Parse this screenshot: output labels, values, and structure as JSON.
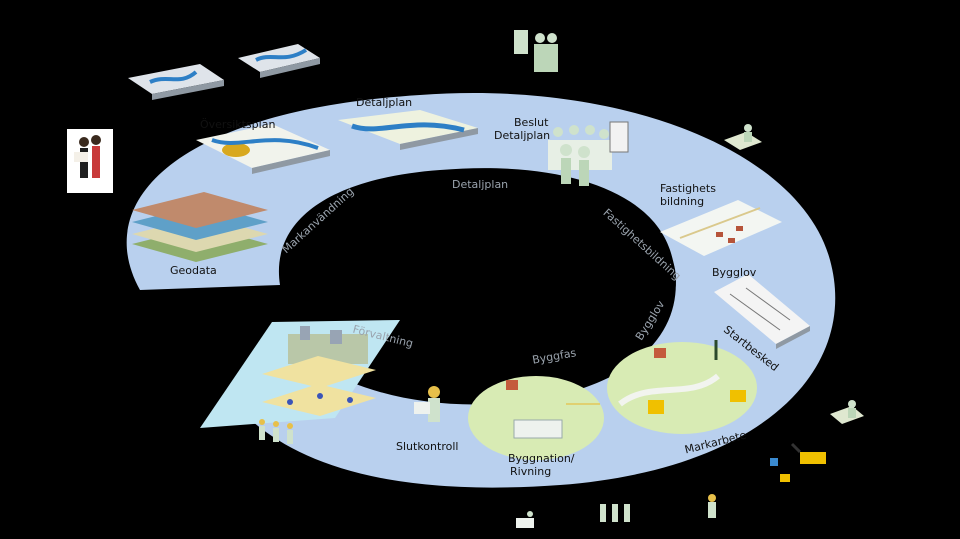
{
  "stages": {
    "oversiktsplan": "Översiktsplan",
    "detaljplan": "Detaljplan",
    "beslut": "Beslut",
    "beslut_detaljplan": "Detaljplan",
    "fastighets": "Fastighets",
    "bildning": "bildning",
    "bygglov": "Bygglov",
    "startbesked": "Startbesked",
    "markarbete": "Markarbete",
    "byggnation": "Byggnation/",
    "rivning": "Rivning",
    "slutkontroll": "Slutkontroll",
    "geodata": "Geodata"
  },
  "ring_labels": {
    "markanvandning": "Markanvändning",
    "detaljplan": "Detaljplan",
    "fastighetsbildning": "Fastighetsbildning",
    "bygglov": "Bygglov",
    "byggfas": "Byggfas",
    "forvaltning": "Förvaltning"
  },
  "colors": {
    "background": "#000000",
    "ring": "#b9d0ee",
    "arrow": "#bfe6f2",
    "field": "#d8ebb4",
    "ring_text": "#9aa3ad"
  }
}
